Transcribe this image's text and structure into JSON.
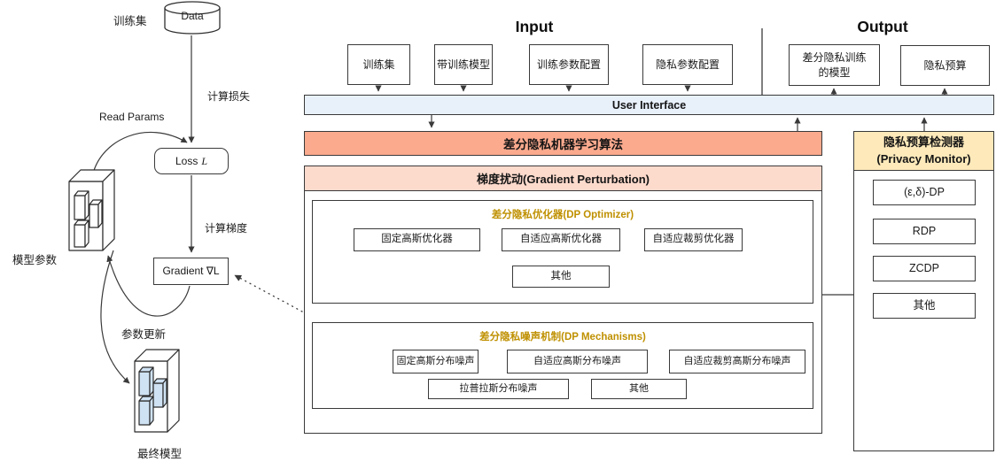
{
  "colors": {
    "ui_bar_fill": "#e8f0fa",
    "algorithm_bar_fill": "#fbaa8e",
    "perturbation_header_fill": "#fcdacc",
    "monitor_header_fill": "#fde9ba",
    "accent_gold": "#bf9000",
    "final_model_block_fill": "#cfe2f3",
    "line_color": "#3a3a3a"
  },
  "left_flow": {
    "training_set_label": "训练集",
    "data_cylinder_label": "Data",
    "compute_loss_label": "计算损失",
    "read_params_label": "Read Params",
    "loss_box_prefix": "Loss",
    "loss_box_symbol": "L",
    "model_params_label": "模型参数",
    "compute_gradient_label": "计算梯度",
    "gradient_box_label": "Gradient ∇L",
    "param_update_label": "参数更新",
    "final_model_label": "最终模型"
  },
  "io_layer": {
    "input_title": "Input",
    "output_title": "Output",
    "input_boxes": [
      "训练集",
      "带训练模型",
      "训练参数配置",
      "隐私参数配置"
    ],
    "output_boxes": [
      "差分隐私训练的模型",
      "隐私预算"
    ]
  },
  "ui_bar_label": "User Interface",
  "algorithm_bar_label": "差分隐私机器学习算法",
  "gradient_perturbation": {
    "title": "梯度扰动(Gradient Perturbation)",
    "dp_optimizer": {
      "title": "差分隐私优化器(DP Optimizer)",
      "row1": [
        "固定高斯优化器",
        "自适应高斯优化器",
        "自适应裁剪优化器"
      ],
      "row2": [
        "其他"
      ]
    },
    "dp_mechanisms": {
      "title": "差分隐私噪声机制(DP Mechanisms)",
      "row1": [
        "固定高斯分布噪声",
        "自适应高斯分布噪声",
        "自适应裁剪高斯分布噪声"
      ],
      "row2": [
        "拉普拉斯分布噪声",
        "其他"
      ]
    }
  },
  "privacy_monitor": {
    "title_line1": "隐私预算检测器",
    "title_line2": "(Privacy Monitor)",
    "boxes": [
      "(ε,δ)-DP",
      "RDP",
      "ZCDP",
      "其他"
    ]
  }
}
